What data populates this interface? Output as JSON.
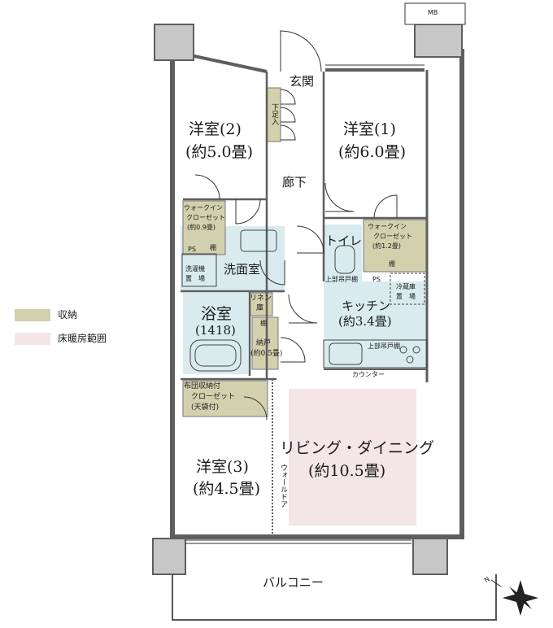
{
  "colors": {
    "storage": "#d3d0ae",
    "floor_heating": "#f4e5e6",
    "wet_area": "#d9ebef",
    "wall": "#6d6d6d",
    "column": "#c7c7c7"
  },
  "rooms": {
    "western2": {
      "name": "洋室(2)",
      "size": "(約5.0畳)"
    },
    "western1": {
      "name": "洋室(1)",
      "size": "(約6.0畳)"
    },
    "western3": {
      "name": "洋室(3)",
      "size": "(約4.5畳)"
    },
    "entrance": "玄関",
    "hallway": "廊下",
    "toilet": "トイレ",
    "washroom": "洗面室",
    "bath": {
      "name": "浴室",
      "size": "(1418)"
    },
    "kitchen": {
      "name": "キッチン",
      "size": "(約3.4畳)"
    },
    "living": {
      "name": "リビング・ダイニング",
      "size": "(約10.5畳)"
    },
    "balcony": "バルコニー"
  },
  "labels": {
    "mb": "MB",
    "shoe_box": "下足入",
    "wic_left": {
      "l1": "ウォークイン",
      "l2": "クローゼット",
      "l3": "(約0.9畳)"
    },
    "wic_right": {
      "l1": "ウォークイン",
      "l2": "クローゼット",
      "l3": "(約1.2畳)"
    },
    "shelf": "棚",
    "ps": "PS",
    "washer": {
      "l1": "洗濯機",
      "l2": "置　場"
    },
    "linen": {
      "l1": "リネン",
      "l2": "庫"
    },
    "storeroom": {
      "l1": "納戸",
      "l2": "(約0.5畳)"
    },
    "upper_cabinet_toilet": "上部吊戸棚",
    "fridge": {
      "l1": "冷蔵庫",
      "l2": "置　場"
    },
    "upper_cabinet_kitchen": "上部吊戸棚",
    "counter": "カウンター",
    "futon": {
      "l1": "布団収納付",
      "l2": "クローゼット",
      "l3": "(天袋付)"
    },
    "wall_door": "ウォールドア",
    "compass_n": "N"
  },
  "legend": [
    {
      "label": "収納",
      "color": "#d3d0ae"
    },
    {
      "label": "床暖房範囲",
      "color": "#f4e5e6"
    }
  ]
}
